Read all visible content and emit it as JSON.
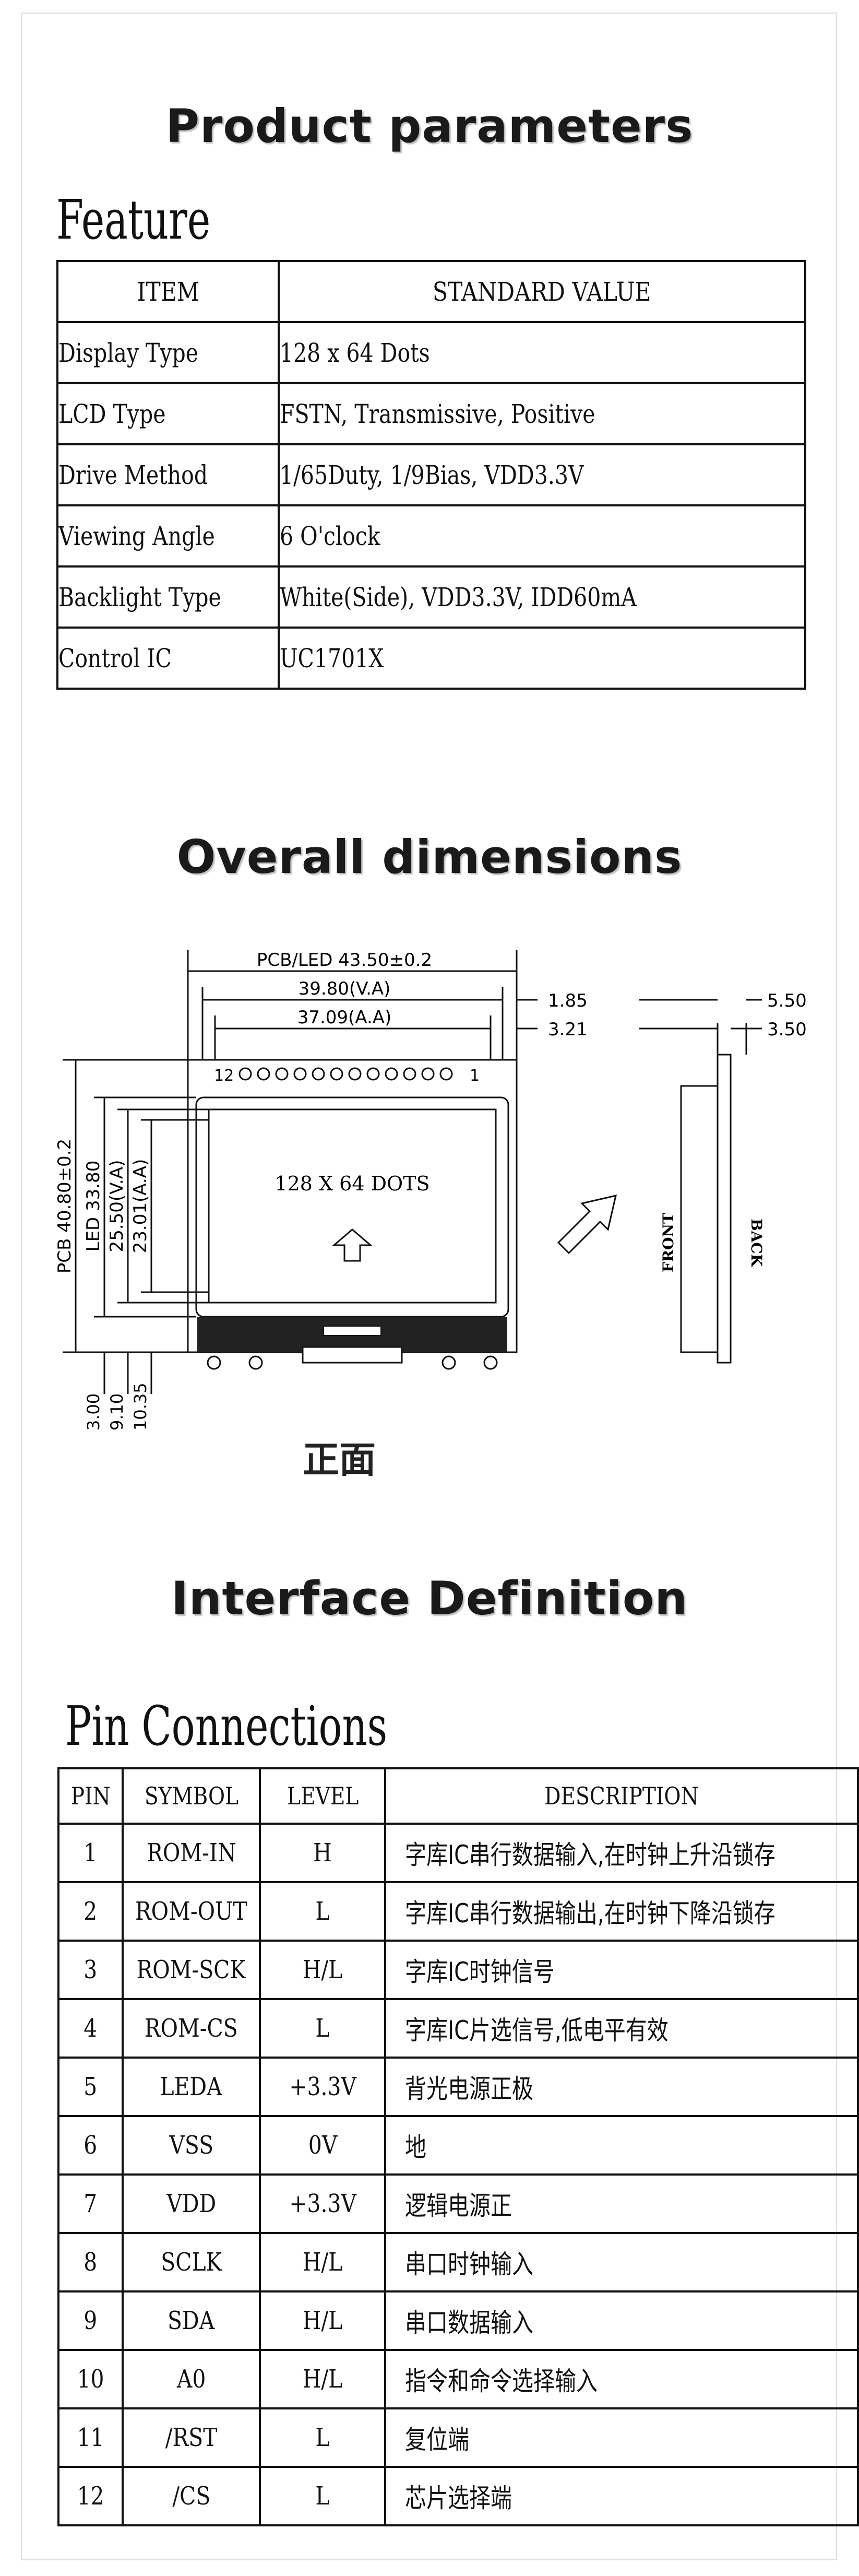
{
  "sections": {
    "product_parameters": "Product parameters",
    "overall_dimensions": "Overall dimensions",
    "interface_definition": "Interface Definition"
  },
  "feature": {
    "title": "Feature",
    "headers": [
      "ITEM",
      "STANDARD VALUE"
    ],
    "rows": [
      {
        "item": "Display Type",
        "value": "128 x 64 Dots"
      },
      {
        "item": "LCD Type",
        "value": "FSTN, Transmissive, Positive"
      },
      {
        "item": "Drive Method",
        "value": "1/65Duty, 1/9Bias, VDD3.3V"
      },
      {
        "item": "Viewing Angle",
        "value": "6 O'clock"
      },
      {
        "item": "Backlight Type",
        "value": "White(Side), VDD3.3V, IDD60mA"
      },
      {
        "item": "Control IC",
        "value": "UC1701X"
      }
    ]
  },
  "dimensions": {
    "pcb_led_width": "PCB/LED 43.50±0.2",
    "va_width": "39.80(V.A)",
    "aa_width": "37.09(A.A)",
    "right_offset_1": "1.85",
    "right_offset_2": "3.21",
    "pin_left": "12",
    "pin_right": "1",
    "display_text": "128 X 64 DOTS",
    "pcb_height": "PCB 40.80±0.2",
    "led_height": "LED 33.80",
    "va_height": "25.50(V.A)",
    "aa_height": "23.01(A.A)",
    "bottom_1": "3.00",
    "bottom_2": "9.10",
    "bottom_3": "10.35",
    "side_1": "5.50",
    "side_2": "3.50",
    "front_label": "FRONT",
    "back_label": "BACK",
    "caption": "正面"
  },
  "pins": {
    "title": "Pin Connections",
    "headers": [
      "PIN",
      "SYMBOL",
      "LEVEL",
      "DESCRIPTION"
    ],
    "rows": [
      {
        "pin": "1",
        "symbol": "ROM-IN",
        "level": "H",
        "desc": "字库IC串行数据输入,在时钟上升沿锁存"
      },
      {
        "pin": "2",
        "symbol": "ROM-OUT",
        "level": "L",
        "desc": "字库IC串行数据输出,在时钟下降沿锁存"
      },
      {
        "pin": "3",
        "symbol": "ROM-SCK",
        "level": "H/L",
        "desc": "字库IC时钟信号"
      },
      {
        "pin": "4",
        "symbol": "ROM-CS",
        "level": "L",
        "desc": "字库IC片选信号,低电平有效"
      },
      {
        "pin": "5",
        "symbol": "LEDA",
        "level": "+3.3V",
        "desc": "背光电源正极"
      },
      {
        "pin": "6",
        "symbol": "VSS",
        "level": "0V",
        "desc": "地"
      },
      {
        "pin": "7",
        "symbol": "VDD",
        "level": "+3.3V",
        "desc": "逻辑电源正"
      },
      {
        "pin": "8",
        "symbol": "SCLK",
        "level": "H/L",
        "desc": "串口时钟输入"
      },
      {
        "pin": "9",
        "symbol": "SDA",
        "level": "H/L",
        "desc": "串口数据输入"
      },
      {
        "pin": "10",
        "symbol": "A0",
        "level": "H/L",
        "desc": "指令和命令选择输入"
      },
      {
        "pin": "11",
        "symbol": "/RST",
        "level": "L",
        "desc": "复位端"
      },
      {
        "pin": "12",
        "symbol": "/CS",
        "level": "L",
        "desc": "芯片选择端"
      }
    ]
  }
}
